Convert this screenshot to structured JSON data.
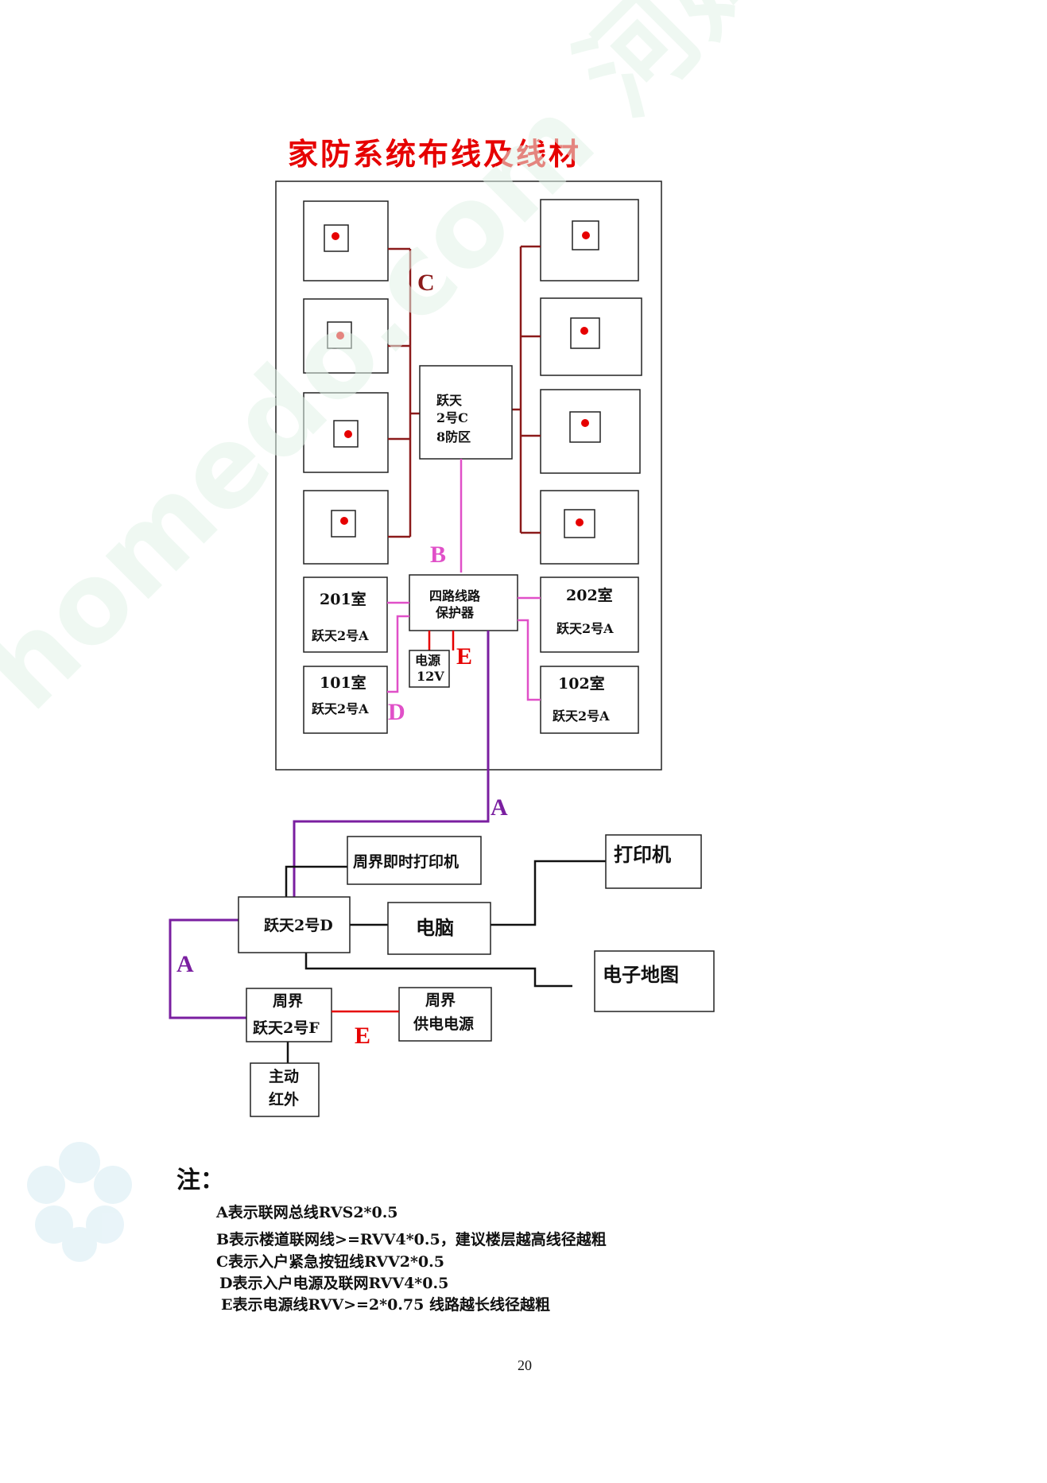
{
  "title": "家防系统布线及线材",
  "colors": {
    "title": "#e60000",
    "line_A": "#7a1fa0",
    "line_B": "#e050c8",
    "line_C": "#8b1a1a",
    "line_D": "#e050c8",
    "line_E": "#e60000",
    "line_black": "#111111",
    "sensor_dot": "#e60000",
    "watermark": "#d9efe0"
  },
  "line_labels": {
    "A": "A",
    "B": "B",
    "C": "C",
    "D": "D",
    "E": "E"
  },
  "boxes": {
    "controller_c": [
      "跃天",
      "2号C",
      "8防区"
    ],
    "protector": [
      "四路线路",
      "保护器"
    ],
    "power_12v": [
      "电源",
      "12V"
    ],
    "room_201": [
      "201室",
      "跃天2号A"
    ],
    "room_202": [
      "202室",
      "跃天2号A"
    ],
    "room_101": [
      "101室",
      "跃天2号A"
    ],
    "room_102": [
      "102室",
      "跃天2号A"
    ],
    "instant_printer": "周界即时打印机",
    "printer": "打印机",
    "yuetian_d": "跃天2号D",
    "computer": "电脑",
    "electronic_map": "电子地图",
    "perimeter_f": [
      "周界",
      "跃天2号F"
    ],
    "perimeter_power": [
      "周界",
      "供电电源"
    ],
    "active_infrared": [
      "主动",
      "红外"
    ]
  },
  "notes": {
    "title": "注：",
    "lines": [
      "A表示联网总线RVS2*0.5",
      "B表示楼道联网线>=RVV4*0.5，建议楼层越高线径越粗",
      "C表示入户紧急按钮线RVV2*0.5",
      "D表示入户电源及联网RVV4*0.5",
      "E表示电源线RVV>=2*0.75 线路越长线径越粗"
    ]
  },
  "page_number": "20",
  "watermark": "homedo.com 河姆渡"
}
